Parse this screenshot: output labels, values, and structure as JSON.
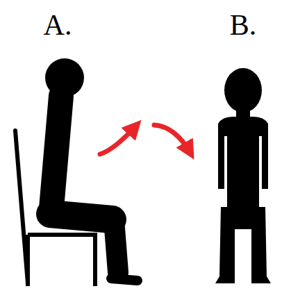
{
  "diagram": {
    "nodes": [
      {
        "text": [
          "A."
        ]
      },
      {
        "text": [
          "B."
        ]
      }
    ],
    "edges": [
      {
        "from": 0,
        "to": 1,
        "arrow": "to"
      }
    ]
  }
}
